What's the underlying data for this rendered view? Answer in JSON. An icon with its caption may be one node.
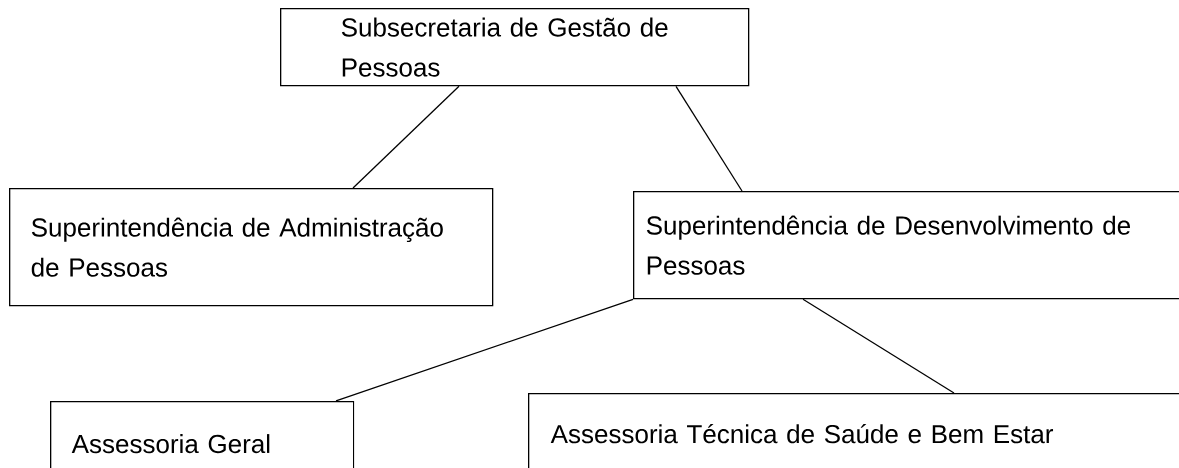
{
  "diagram": {
    "nodes": [
      {
        "text": [
          "Subsecretaria de Gestão de Pessoas"
        ]
      },
      {
        "text": [
          "Superintendência de Administração de Pessoas"
        ]
      },
      {
        "text": [
          "Superintendência de Desenvolvimento de Pessoas"
        ]
      },
      {
        "text": [
          "Assessoria Geral"
        ]
      },
      {
        "text": [
          "Assessoria Técnica de Saúde e Bem Estar"
        ]
      }
    ],
    "edges": [
      {
        "from": 0,
        "to": 1,
        "arrow": "none"
      },
      {
        "from": 0,
        "to": 2,
        "arrow": "none"
      },
      {
        "from": 2,
        "to": 3,
        "arrow": "none"
      },
      {
        "from": 2,
        "to": 4,
        "arrow": "none"
      }
    ]
  }
}
